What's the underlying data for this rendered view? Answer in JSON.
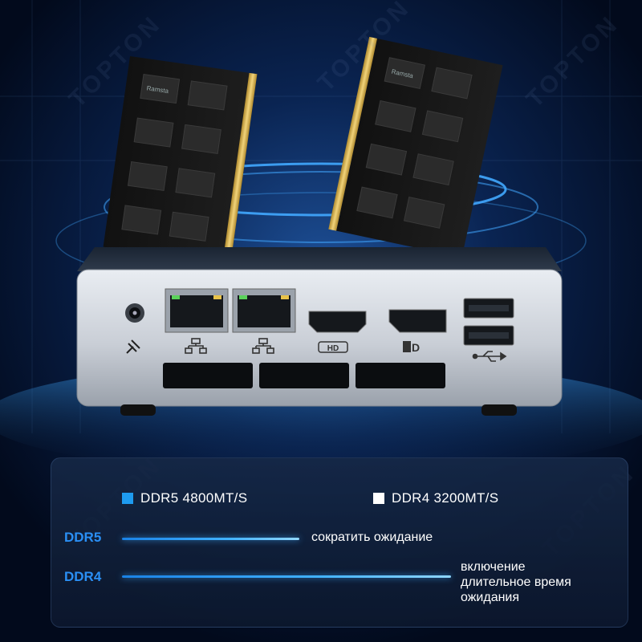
{
  "brand": {
    "watermark": "TOPTON"
  },
  "product": {
    "ram_module_label": "Ramsta",
    "port_labels": {
      "hdmi": "HD",
      "displayport": "D"
    }
  },
  "legend": {
    "ddr5": "DDR5 4800MT/S",
    "ddr4": "DDR4 3200MT/S"
  },
  "comparison": [
    {
      "label": "DDR5",
      "note": "сократить ожидание",
      "relative_latency": 0.54
    },
    {
      "label": "DDR4",
      "note_lines": [
        "включение",
        "длительное время",
        "ожидания"
      ],
      "relative_latency": 1.0
    }
  ],
  "colors": {
    "accent_blue": "#1e9bf0",
    "bar_glow": "#41b2ff",
    "background": "#020a1c"
  }
}
